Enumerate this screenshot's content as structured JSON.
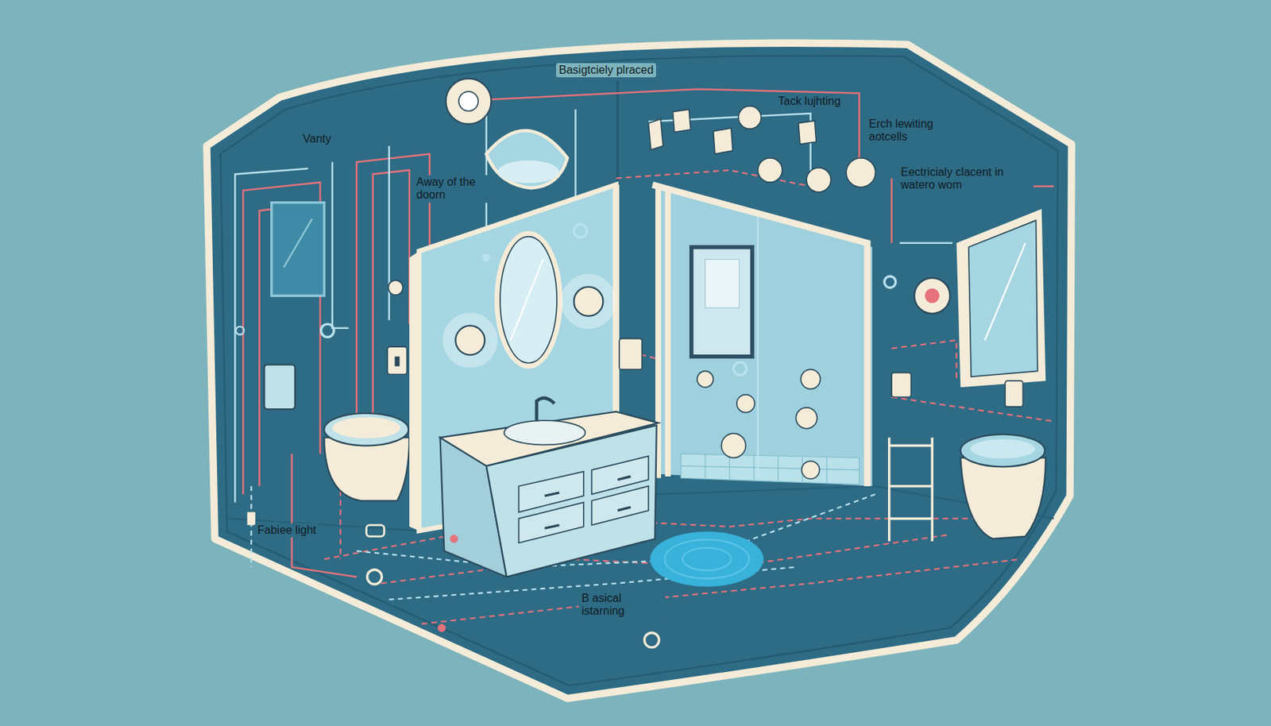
{
  "diagram": {
    "labels": [
      "Basigtciely plraced",
      "Tack lujhting",
      "Erch lewiting aotcells",
      "Eectricialy clacent in watero wom",
      "Vanty",
      "Away of the doorn",
      "Fabiee light",
      "B asical istarning"
    ]
  }
}
